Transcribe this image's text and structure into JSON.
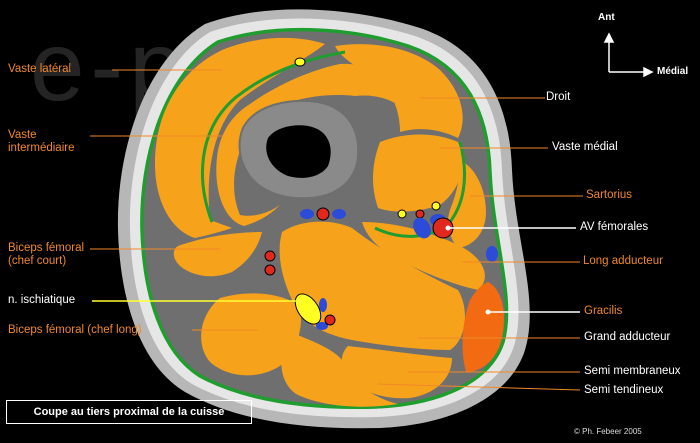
{
  "watermark": "e-plastic",
  "orientation": {
    "ant": "Ant",
    "medial": "Médial"
  },
  "labels": {
    "vaste_lateral": "Vaste latéral",
    "vaste_intermediaire": "Vaste\nintermédiaire",
    "biceps_court": "Biceps fémoral\n(chef court)",
    "n_ischiatique": "n. ischiatique",
    "biceps_long": "Biceps fémoral (chef long)",
    "droit": "Droit",
    "vaste_medial": "Vaste médial",
    "sartorius": "Sartorius",
    "av_femorales": "AV fémorales",
    "long_adducteur": "Long adducteur",
    "gracilis": "Gracilis",
    "grand_adducteur": "Grand adducteur",
    "semi_membraneux": "Semi membraneux",
    "semi_tendineux": "Semi tendineux"
  },
  "caption": "Coupe au tiers proximal de la cuisse",
  "credit": "© Ph. Febeer 2005",
  "colors": {
    "muscle": "#f7a21b",
    "gracilis": "#f26a12",
    "skin": "#b7b7b7",
    "fat": "#e6e6e6",
    "fascia": "#1f9d2e",
    "septum": "#6f6f6f",
    "bone": "#8a8a8a",
    "artery": "#e0281e",
    "vein": "#2c4bd8",
    "nerve": "#ffff22",
    "orange_label": "#f0882a",
    "yellow_label": "#ffff33"
  }
}
